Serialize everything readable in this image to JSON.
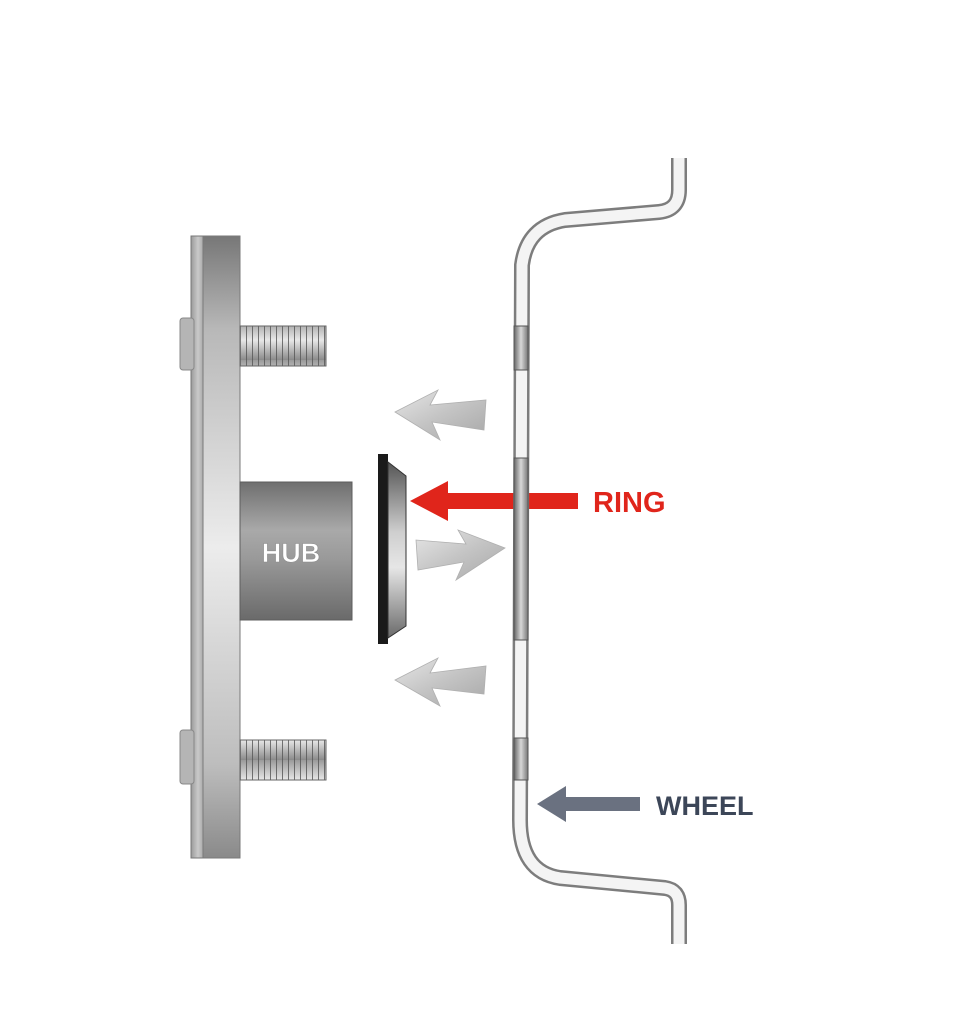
{
  "labels": {
    "hub": "HUB",
    "ring": "RING",
    "wheel": "WHEEL"
  },
  "colors": {
    "ring_accent": "#e0251b",
    "wheel_label": "#3c4658",
    "hub_label": "#ffffff",
    "metal_dark": "#8a8a8a",
    "metal_light": "#e4e4e4",
    "arrow_gray": "#c8c8c8",
    "wheel_arrow": "#6a7180"
  }
}
